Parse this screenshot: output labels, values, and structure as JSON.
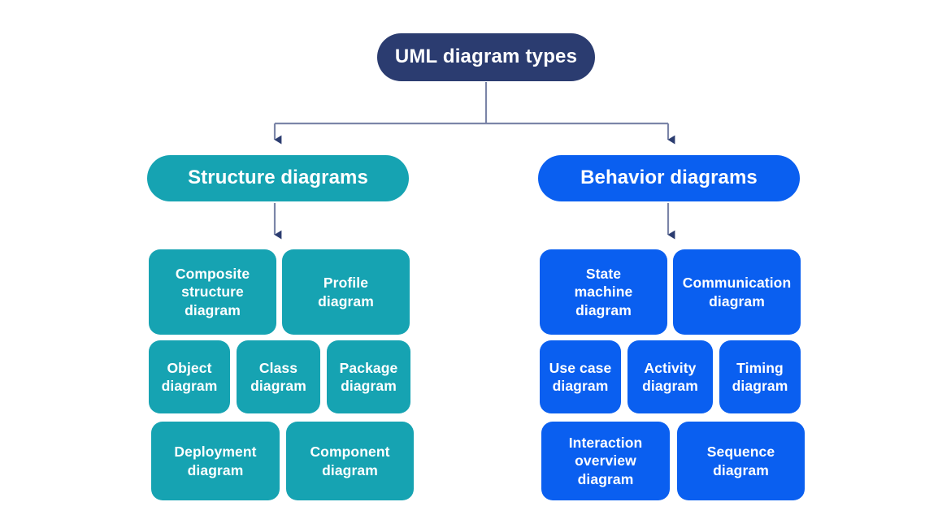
{
  "diagram": {
    "title": "UML diagram types",
    "type": "tree",
    "colors": {
      "root": "#2b3c70",
      "structure": "#16a3b2",
      "behavior": "#0a5ff0",
      "connector_line": "#7b85a8",
      "arrow_head": "#2b3c70",
      "background": "#ffffff",
      "text": "#ffffff"
    },
    "root": {
      "label": "UML diagram types"
    },
    "branches": [
      {
        "id": "structure",
        "label": "Structure diagrams",
        "color": "#16a3b2",
        "children": [
          {
            "label": "Composite\nstructure\ndiagram"
          },
          {
            "label": "Profile\ndiagram"
          },
          {
            "label": "Object\ndiagram"
          },
          {
            "label": "Class\ndiagram"
          },
          {
            "label": "Package\ndiagram"
          },
          {
            "label": "Deployment\ndiagram"
          },
          {
            "label": "Component\ndiagram"
          }
        ]
      },
      {
        "id": "behavior",
        "label": "Behavior diagrams",
        "color": "#0a5ff0",
        "children": [
          {
            "label": "State\nmachine\ndiagram"
          },
          {
            "label": "Communication\ndiagram"
          },
          {
            "label": "Use case\ndiagram"
          },
          {
            "label": "Activity\ndiagram"
          },
          {
            "label": "Timing\ndiagram"
          },
          {
            "label": "Interaction\noverview\ndiagram"
          },
          {
            "label": "Sequence\ndiagram"
          }
        ]
      }
    ]
  }
}
